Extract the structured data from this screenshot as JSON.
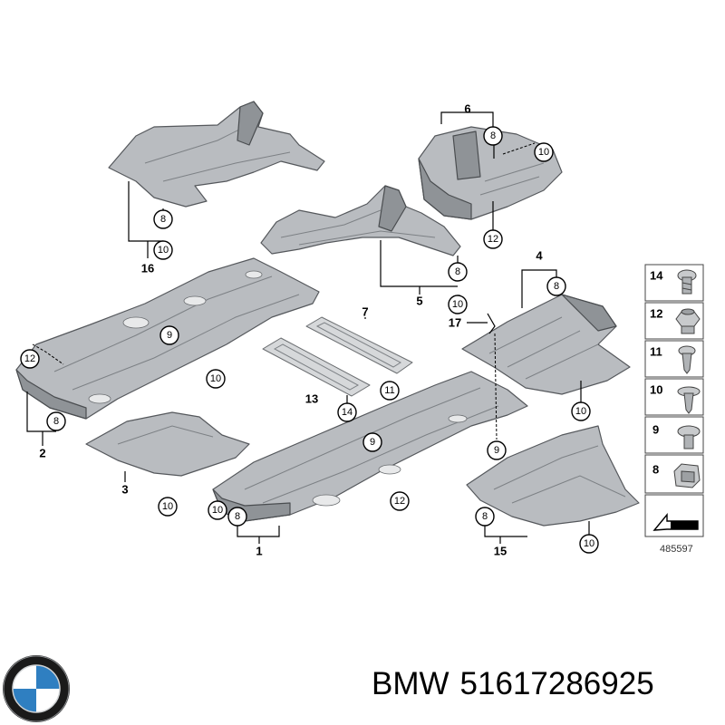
{
  "diagram": {
    "assemblies": {
      "a1": "1",
      "a2": "2",
      "a3": "3",
      "a4": "4",
      "a5": "5",
      "a6": "6",
      "a7": "7",
      "a13": "13",
      "a15": "15",
      "a16": "16",
      "a17": "17"
    },
    "callouts": {
      "c8_6": "8",
      "c10_6": "10",
      "c12_6": "12",
      "c8_16": "8",
      "c10_16": "10",
      "c8_5": "8",
      "c10_5": "10",
      "c8_4": "8",
      "c10_4": "10",
      "c12_2": "12",
      "c8_2": "8",
      "c9_2": "9",
      "c10_2": "10",
      "c10_3": "10",
      "c11_7": "11",
      "c14_13": "14",
      "c9_1": "9",
      "c12_1": "12",
      "c10_1": "10",
      "c8_1": "8",
      "c9_17": "9",
      "c8_15": "8",
      "c10_15": "10"
    },
    "legend": {
      "items": [
        "14",
        "12",
        "11",
        "10",
        "9",
        "8"
      ]
    },
    "reference_number": "485597"
  },
  "caption": {
    "brand": "BMW",
    "part_number": "51617286925"
  }
}
